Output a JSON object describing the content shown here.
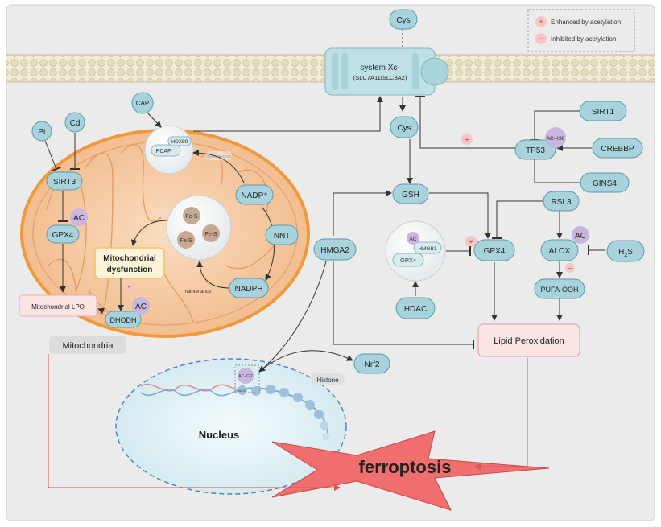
{
  "legend": {
    "enhanced": "Enhanced by acetylation",
    "inhibited": "Inhibited by acetylation",
    "plus_symbol": "+",
    "minus_symbol": "−"
  },
  "membrane": {
    "transporter_line1": "system Xc-",
    "transporter_line2": "(SLC7A11/SLC3A2)",
    "cys_out": "Cys",
    "cys_in": "Cys"
  },
  "nodes": {
    "cap": "CAP",
    "pt": "Pt",
    "cd": "Cd",
    "sirt3": "SIRT3",
    "ac_sirt3": "AC",
    "gpx4_mito": "GPX4",
    "mito_lpo": "Mitochondrial LPO",
    "dhodh": "DHODH",
    "ac_dhodh": "AC",
    "mito_dysfunction_1": "Mitochondrial",
    "mito_dysfunction_2": "dysfunction",
    "pcaf": "PCAF",
    "hoxb9": "HOXB9",
    "translocation": "translocation",
    "fes1": "Fe-S",
    "fes2": "Fe-S",
    "fes3": "Fe-S",
    "nadp": "NADP⁺",
    "nnt": "NNT",
    "nadph": "NADPH",
    "maintenance": "maintenance",
    "mitochondria": "Mitochondria",
    "gsh": "GSH",
    "hmga2": "HMGA2",
    "ac_hmgb1": "AC",
    "hmgb1": "HMGB1",
    "gpx4_hmgb1": "GPX4",
    "hdac": "HDAC",
    "gpx4_main": "GPX4",
    "rsl3": "RSL3",
    "alox": "ALOX",
    "ac_alox": "AC",
    "h2s": "H",
    "h2s_sub": "2",
    "h2s_tail": "S",
    "pufa_ooh": "PUFA-OOH",
    "lipid_perox": "Lipid Peroxidation",
    "sirt1": "SIRT1",
    "tp53": "TP53",
    "ac_k98": "AC-K98",
    "crebbp": "CREBBP",
    "gins4": "GINS4",
    "nrf2": "Nrf2",
    "ac_k27": "AC-K27",
    "nqo1": "NQO1",
    "histone": "Histone",
    "nucleus": "Nucleus",
    "ferroptosis": "ferroptosis"
  },
  "colors": {
    "background": "#ebebeb",
    "node_fill": "#a8d3dc",
    "node_stroke": "#5d9aa8",
    "mito_fill": "#f2c49b",
    "mito_stroke": "#ef9a3a",
    "ac_purple": "#c8b6df",
    "ferroptosis_red": "#f06e6e",
    "lipid_fill": "#fbe4e4",
    "nucleus_fill": "#dff0f3"
  }
}
